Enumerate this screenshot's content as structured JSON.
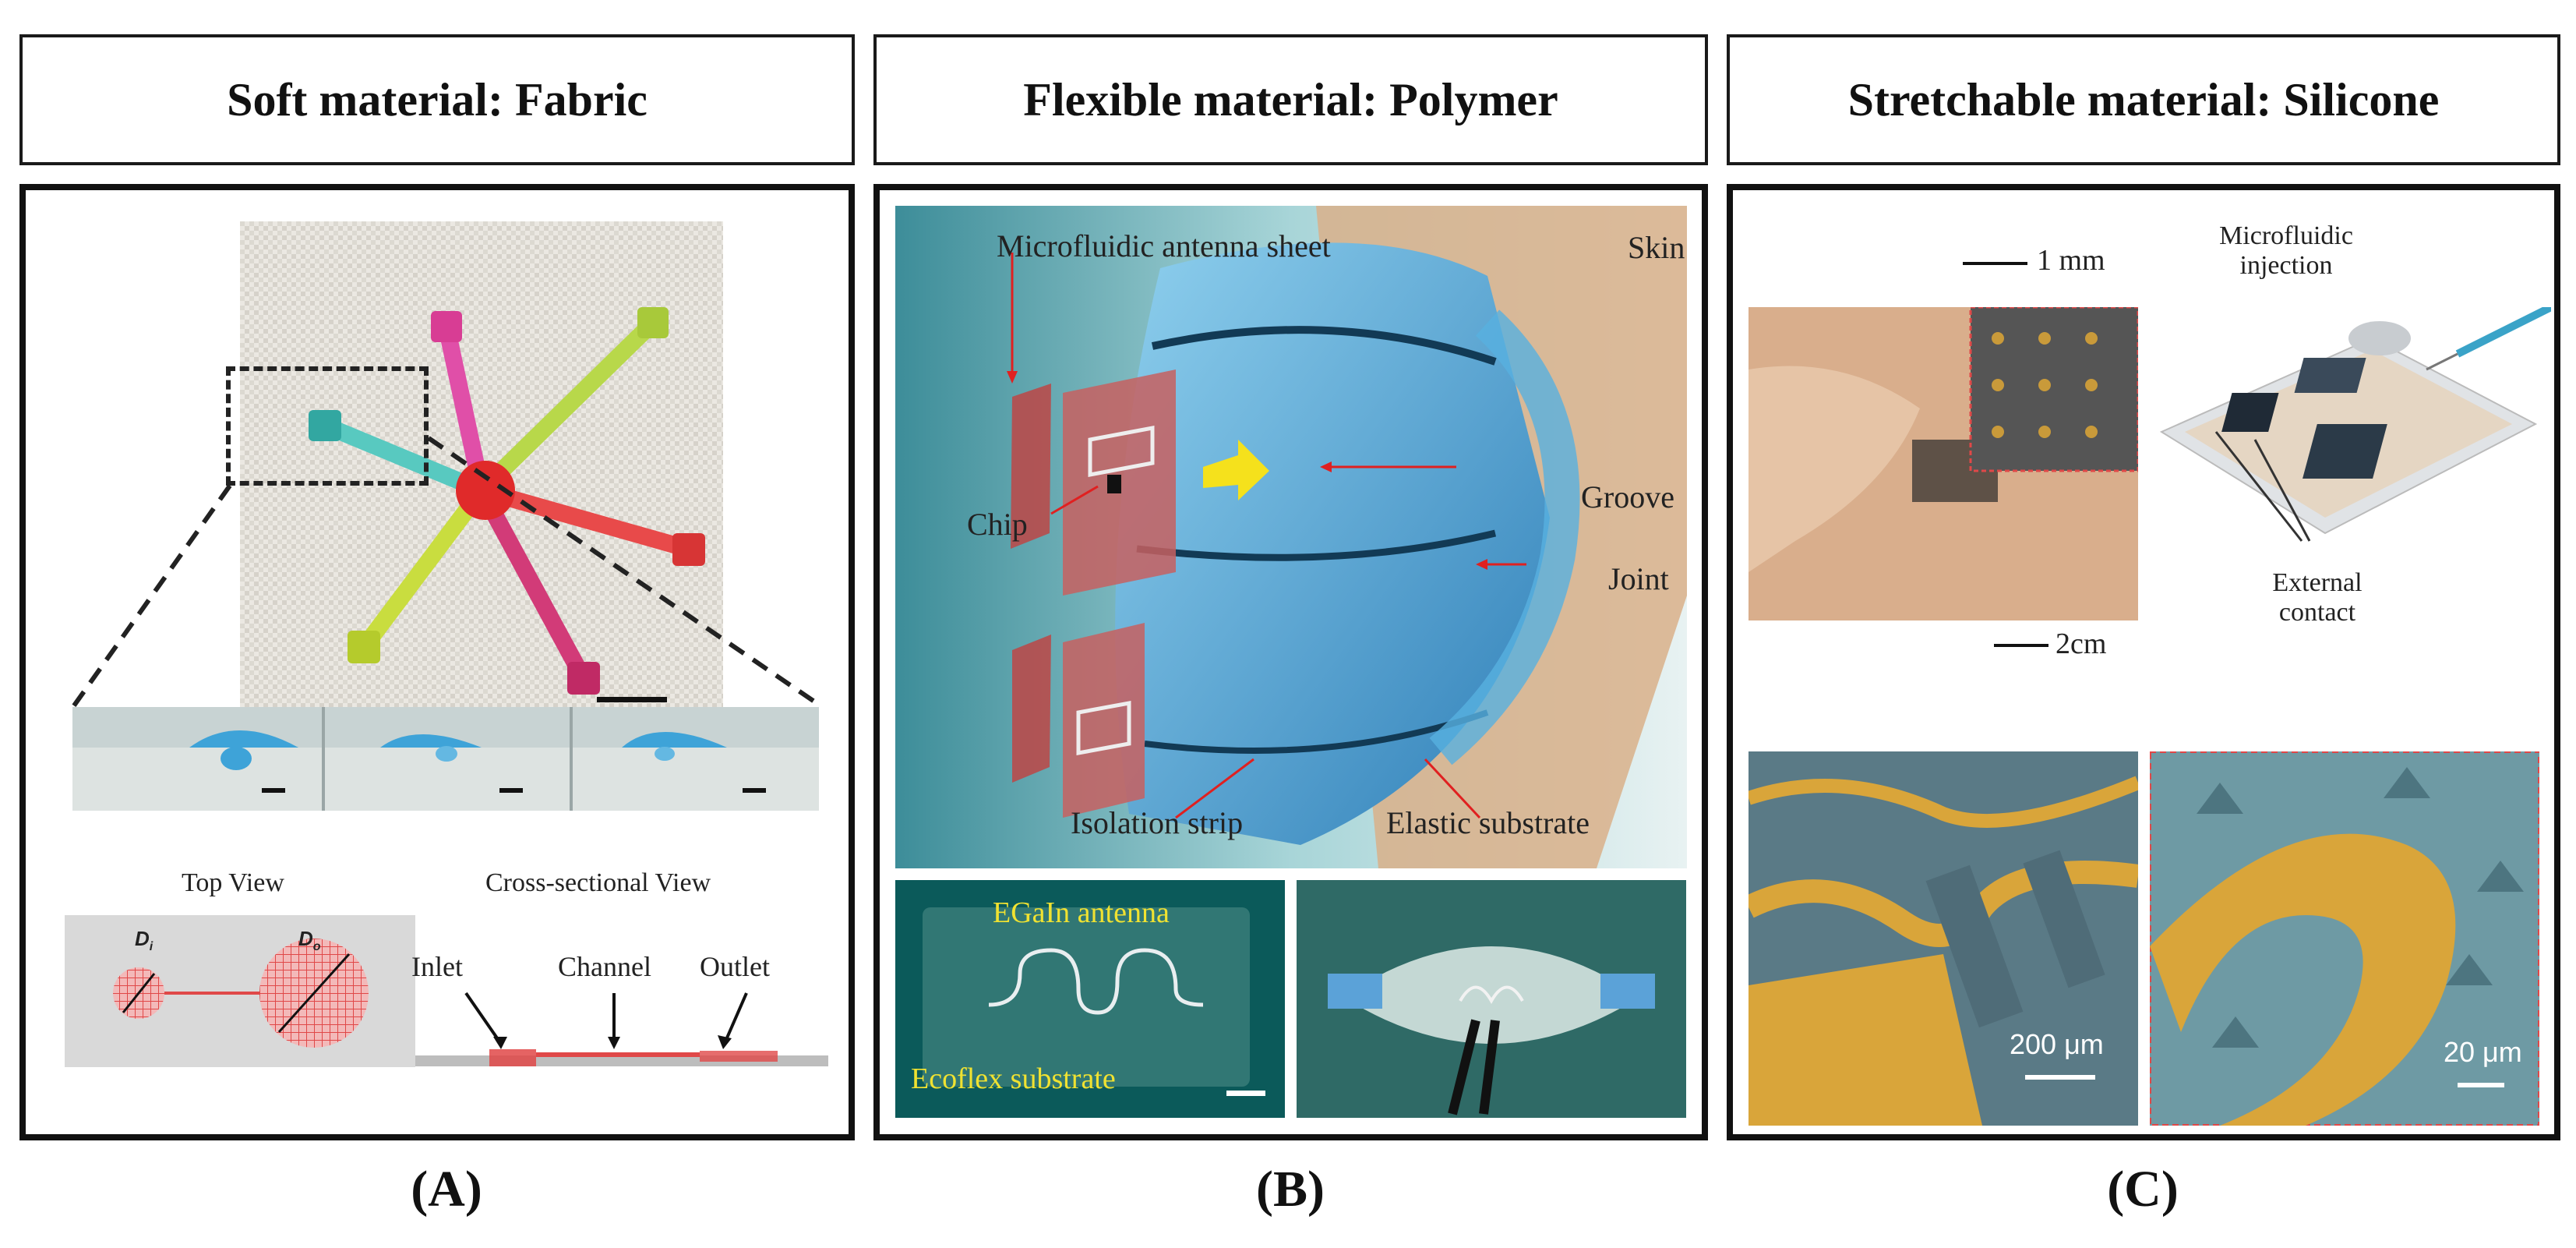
{
  "headers": {
    "a": "Soft material: Fabric",
    "b": "Flexible material: Polymer",
    "c": "Stretchable material: Silicone"
  },
  "labels": {
    "a": "(A)",
    "b": "(B)",
    "c": "(C)"
  },
  "panel_a": {
    "top_view": "Top View",
    "cross_view": "Cross-sectional View",
    "inlet": "Inlet",
    "channel": "Channel",
    "outlet": "Outlet",
    "d_i": "D",
    "d_i_sub": "i",
    "d_o": "D",
    "d_o_sub": "o"
  },
  "panel_b": {
    "microfluidic_sheet": "Microfluidic antenna sheet",
    "skin": "Skin",
    "groove": "Groove",
    "joint": "Joint",
    "chip": "Chip",
    "isolation": "Isolation strip",
    "elastic": "Elastic substrate",
    "egain": "EGaIn antenna",
    "ecoflex": "Ecoflex substrate"
  },
  "panel_c": {
    "scale_1mm": "1 mm",
    "scale_2cm": "2cm",
    "micro_inj_1": "Microfluidic",
    "micro_inj_2": "injection",
    "ext_1": "External",
    "ext_2": "contact",
    "scale_200": "200 μm",
    "scale_20": "20 μm"
  },
  "colors": {
    "fabric_bg": "#e9e6df",
    "polymer_bg": "#4a9aa3",
    "skin_tone": "#d9b08a",
    "gold": "#d9a53a",
    "mesh_red": "#e04848"
  }
}
